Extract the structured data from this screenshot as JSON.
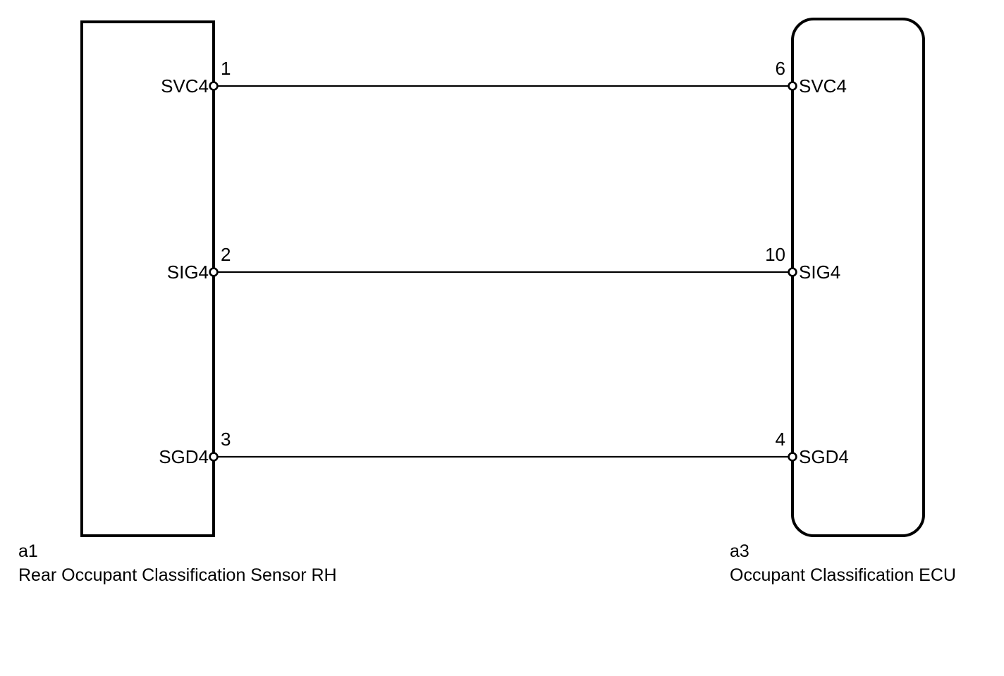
{
  "diagram": {
    "type": "wiring-harness-connector-diagram",
    "background_color": "#ffffff",
    "line_color": "#000000",
    "connectors": [
      {
        "id": "a1",
        "code": "a1",
        "name": "Rear Occupant Classification Sensor RH",
        "side": "left",
        "shape": "rectangle",
        "terminals": [
          {
            "pin": "1",
            "label": "SVC4"
          },
          {
            "pin": "2",
            "label": "SIG4"
          },
          {
            "pin": "3",
            "label": "SGD4"
          }
        ]
      },
      {
        "id": "a3",
        "code": "a3",
        "name": "Occupant Classification ECU",
        "side": "right",
        "shape": "rounded-rectangle",
        "terminals": [
          {
            "pin": "6",
            "label": "SVC4"
          },
          {
            "pin": "10",
            "label": "SIG4"
          },
          {
            "pin": "4",
            "label": "SGD4"
          }
        ]
      }
    ],
    "wires": [
      {
        "from_pin": "1",
        "from_label": "SVC4",
        "to_pin": "6",
        "to_label": "SVC4"
      },
      {
        "from_pin": "2",
        "from_label": "SIG4",
        "to_pin": "10",
        "to_label": "SIG4"
      },
      {
        "from_pin": "3",
        "from_label": "SGD4",
        "to_pin": "4",
        "to_label": "SGD4"
      }
    ]
  }
}
